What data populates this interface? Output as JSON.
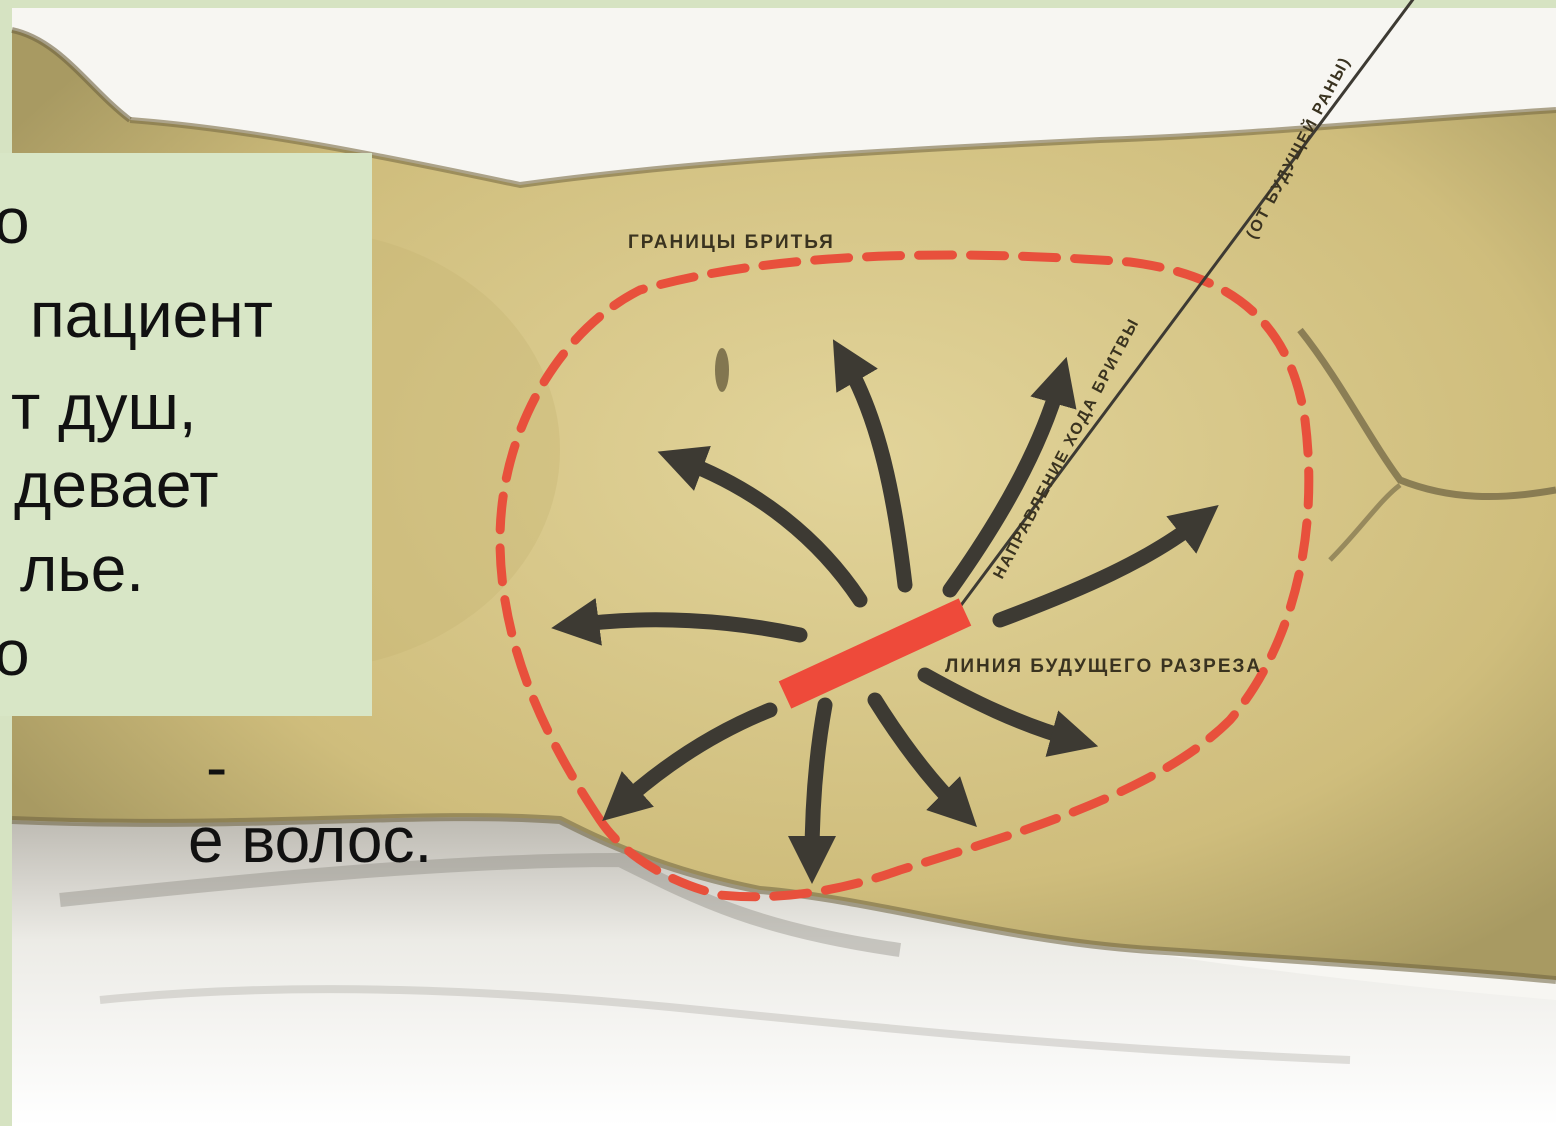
{
  "slide": {
    "body_fragments": [
      "о",
      "пациент",
      "т душ,",
      "девает",
      "лье.",
      "о",
      "-",
      "е волос."
    ]
  },
  "illustration": {
    "labels": {
      "shaving_boundary": "ГРАНИЦЫ БРИТЬЯ",
      "razor_direction": "НАПРАВЛЕНИЕ ХОДА БРИТВЫ",
      "razor_direction_note": "(ОТ БУДУЩЕЙ РАНЫ)",
      "incision_line": "ЛИНИЯ БУДУЩЕГО РАЗРЕЗА"
    },
    "colors": {
      "skin": "#d9c88a",
      "boundary_dash": "#e8503c",
      "incision": "#ee4a3a",
      "arrows": "#3d3a33"
    }
  }
}
